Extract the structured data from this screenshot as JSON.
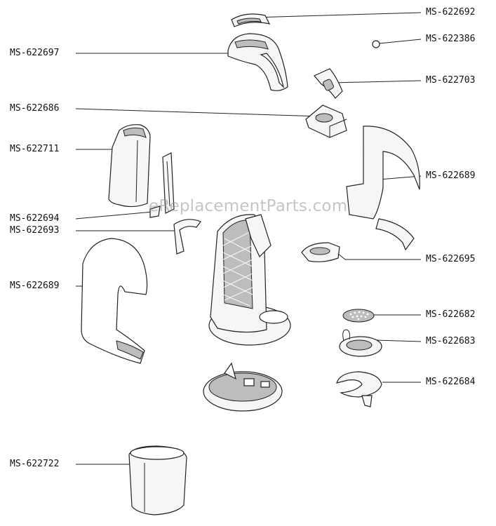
{
  "watermark": "eReplacementParts.com",
  "callouts": {
    "ms622692": "MS-622692",
    "ms622386": "MS-622386",
    "ms622697": "MS-622697",
    "ms622703": "MS-622703",
    "ms622686": "MS-622686",
    "ms622711": "MS-622711",
    "ms622689_right": "MS-622689",
    "ms622694": "MS-622694",
    "ms622693": "MS-622693",
    "ms622695": "MS-622695",
    "ms622689_left": "MS-622689",
    "ms622682": "MS-622682",
    "ms622683": "MS-622683",
    "ms622684": "MS-622684",
    "ms622722": "MS-622722"
  }
}
